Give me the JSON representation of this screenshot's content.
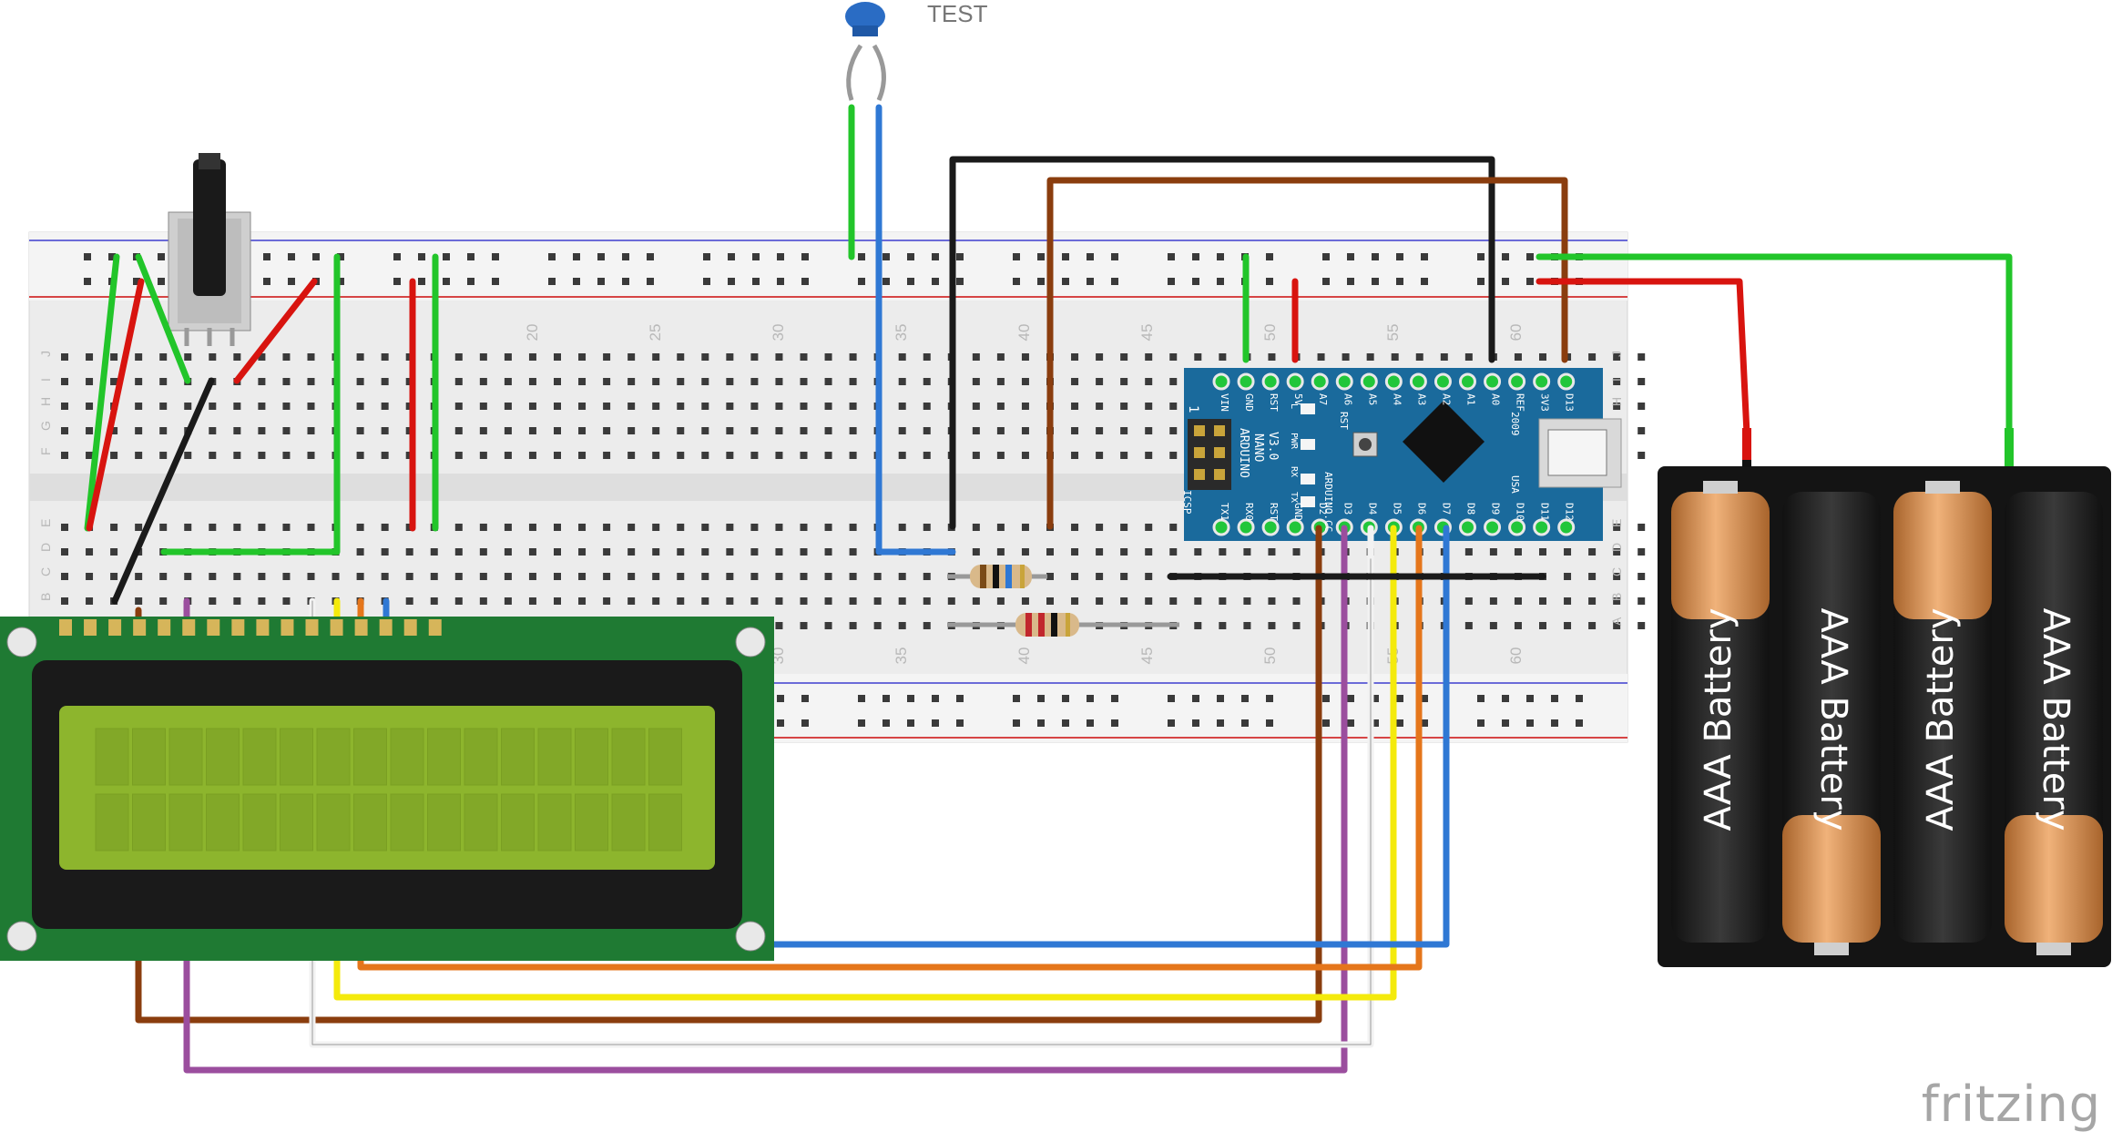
{
  "labels": {
    "test": "TEST",
    "brand": "fritzing"
  },
  "breadboard": {
    "column_numbers": [
      "20",
      "25",
      "30",
      "35",
      "40",
      "45",
      "50",
      "55",
      "60"
    ],
    "row_letters_top": [
      "J",
      "I",
      "H",
      "G",
      "F"
    ],
    "row_letters_bottom": [
      "E",
      "D",
      "C",
      "B",
      "A"
    ]
  },
  "arduino": {
    "name": "ARDUINO",
    "model": "NANO",
    "version": "V3.0",
    "site": "ARDUINO.CC",
    "year": "2009",
    "usa": "USA",
    "icsp": "ICSP",
    "pin1": "1",
    "top_pins": [
      "VIN",
      "GND",
      "RST",
      "5V",
      "A7",
      "A6",
      "A5",
      "A4",
      "A3",
      "A2",
      "A1",
      "A0",
      "REF",
      "3V3",
      "D13"
    ],
    "bottom_pins": [
      "TX1",
      "RX0",
      "RST",
      "GND",
      "D2",
      "D3",
      "D4",
      "D5",
      "D6",
      "D7",
      "D8",
      "D9",
      "D10",
      "D11",
      "D12"
    ],
    "leds": [
      "L",
      "PWR",
      "RX",
      "TX"
    ],
    "reset": "RST"
  },
  "battery": {
    "cells": [
      "AAA Battery",
      "AAA Battery",
      "AAA Battery",
      "AAA Battery"
    ]
  },
  "colors": {
    "green": "#22c52a",
    "red": "#d8140f",
    "black": "#1a1a1a",
    "blue": "#2f78d4",
    "brown": "#8a3d0e",
    "purple": "#9b4e9e",
    "white": "#f2f2f2",
    "yellow": "#f4ea0c",
    "orange": "#e5761b",
    "lcd_pcb": "#1f7a33",
    "lcd_screen": "#8db52d",
    "nano_pcb": "#1a6a9c"
  }
}
